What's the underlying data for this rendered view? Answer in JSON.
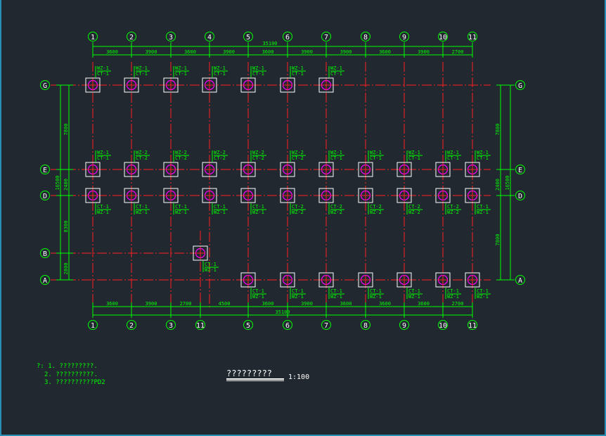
{
  "colors": {
    "background": "#212830",
    "grid_red": "#ff2020",
    "dim_green": "#00ff00",
    "col_white": "#ffffff",
    "pile_magenta": "#ff00ff"
  },
  "axes_x_top": [
    "1",
    "2",
    "3",
    "4",
    "5",
    "6",
    "7",
    "8",
    "9",
    "10",
    "11"
  ],
  "axes_x_bottom": [
    "1",
    "2",
    "3",
    "11",
    "5",
    "6",
    "7",
    "8",
    "9",
    "10",
    "11"
  ],
  "axes_y": [
    "G",
    "E",
    "D",
    "B",
    "A"
  ],
  "top_dims": [
    "3600",
    "3900",
    "3600",
    "3900",
    "3600",
    "3900",
    "3900",
    "3600",
    "3900",
    "2700"
  ],
  "top_total": "35100",
  "bottom_dims": [
    "3600",
    "3900",
    "2700",
    "4500",
    "3600",
    "3900",
    "3600",
    "3600",
    "3600",
    "2700"
  ],
  "bottom_total": "35100",
  "left_dims": [
    "7800",
    "2400",
    "8300",
    "2800"
  ],
  "left_total": "16500",
  "right_dims": [
    "7800",
    "2400",
    "7800"
  ],
  "right_total": "16500",
  "labels": {
    "row_g": [
      "WZ-1",
      "CT-1"
    ],
    "row_e_a": [
      "WZ-1",
      "CT-1"
    ],
    "row_e_b": [
      "WZ-2",
      "CT-2"
    ],
    "row_d_a": [
      "CT-1",
      "WZ-1"
    ],
    "row_d_b": [
      "CT-2",
      "WZ-2"
    ],
    "row_b": [
      "CT-1",
      "WZ-1"
    ],
    "row_a": [
      "CT-1",
      "WZ-1"
    ]
  },
  "notes": [
    "?: 1. ?????????.",
    "2. ??????????.",
    "3. ??????????PD2"
  ],
  "title": "?????????",
  "scale": "1:100"
}
